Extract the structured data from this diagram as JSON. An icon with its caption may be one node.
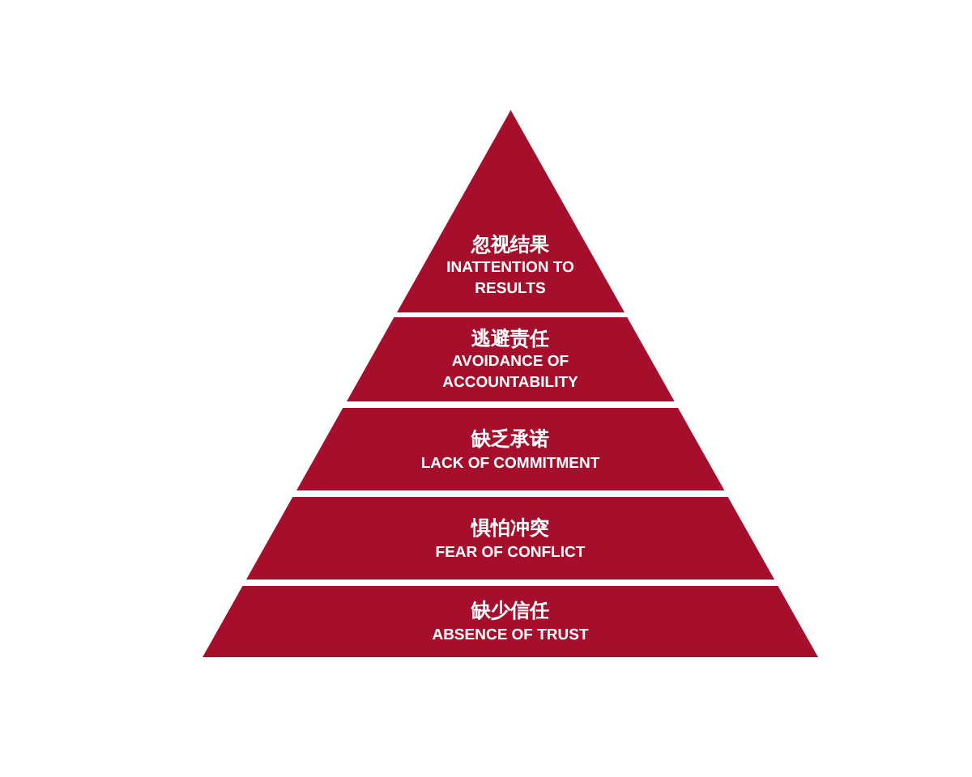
{
  "diagram": {
    "nodes": [
      {
        "text": [
          "忽视结果",
          "INATTENTION TO RESULTS"
        ]
      },
      {
        "text": [
          "逃避责任",
          "AVOIDANCE OF ACCOUNTABILITY"
        ]
      },
      {
        "text": [
          "缺乏承诺",
          "LACK OF COMMITMENT"
        ]
      },
      {
        "text": [
          "惧怕冲突",
          "FEAR OF CONFLICT"
        ]
      },
      {
        "text": [
          "缺少信任",
          "ABSENCE OF TRUST"
        ]
      }
    ]
  }
}
